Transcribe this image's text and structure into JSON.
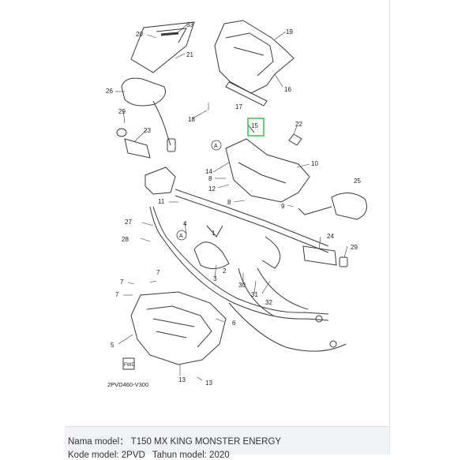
{
  "diagram": {
    "code": "2PVD460-V300",
    "fwd_label": "FWD",
    "circle_label": "A",
    "callouts": {
      "c33": "33",
      "c20": "20",
      "c21": "21",
      "c19": "19",
      "c16": "16",
      "c17": "17",
      "c26": "26",
      "c18": "18",
      "c29a": "29",
      "c23": "23",
      "c15": "15",
      "c22": "22",
      "c10": "10",
      "c14": "14",
      "c8a": "8",
      "c12": "12",
      "c11": "11",
      "c8b": "8",
      "c9": "9",
      "c25": "25",
      "c27": "27",
      "c4": "4",
      "c1": "1",
      "c28": "28",
      "c24": "24",
      "c29b": "29",
      "c2": "2",
      "c3": "3",
      "c30": "30",
      "c31": "31",
      "c32": "32",
      "c7a": "7",
      "c7b": "7",
      "c7c": "7",
      "c6": "6",
      "c5": "5",
      "c13a": "13",
      "c13b": "13"
    }
  },
  "caption": {
    "model_line": "Nama model：  T150 MX KING MONSTER ENERGY",
    "code_line_left": "Kode model:  2PVD",
    "code_line_right": "Tahun model:  2020"
  },
  "colors": {
    "line": "#3a3a3a",
    "highlight": "#2ecc40"
  }
}
